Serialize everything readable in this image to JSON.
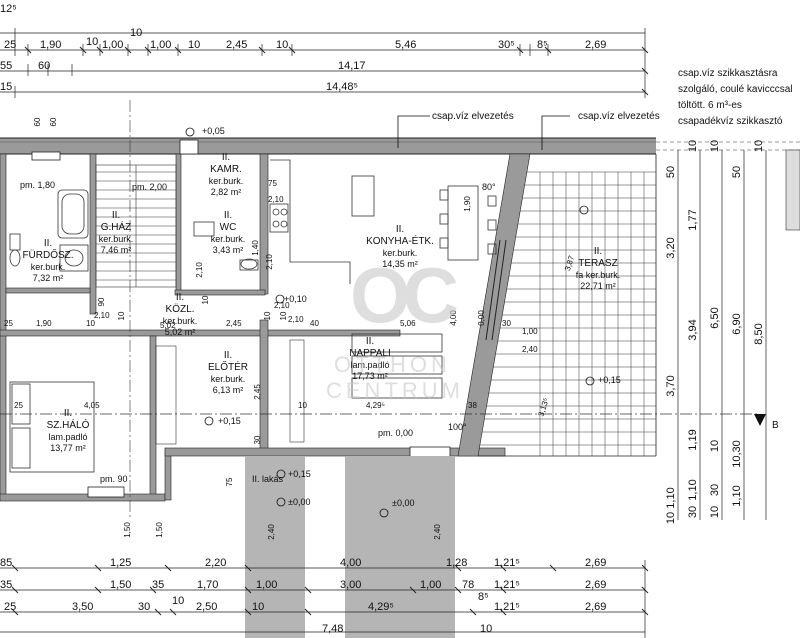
{
  "notes": {
    "drain_left": "csap.víz elvezetés",
    "drain_right": "csap.víz elvezetés",
    "right_note": [
      "csap.víz szikkasztásra",
      "szolgáló, coulé kavicccsal",
      "töltött. 6 m³-es",
      "csapadékvíz szikkasztó"
    ]
  },
  "section_marker": "B",
  "watermark": {
    "logo": "OC",
    "line1": "OTTHON",
    "line2": "CENTRUM"
  },
  "rooms": [
    {
      "id": "furdo",
      "level": "II.",
      "name": "FÜRDŐSZ.",
      "floor": "ker.burk.",
      "area": "7,32 m²"
    },
    {
      "id": "ghaz",
      "level": "II.",
      "name": "G.HÁZ",
      "floor": "ker.burk.",
      "area": "7,46 m²"
    },
    {
      "id": "kamra",
      "level": "II.",
      "name": "KAMR.",
      "floor": "ker.burk.",
      "area": "2,82 m²"
    },
    {
      "id": "wc",
      "level": "II.",
      "name": "WC",
      "floor": "ker.burk.",
      "area": "3,43 m²"
    },
    {
      "id": "konyha",
      "level": "II.",
      "name": "KONYHA-ÉTK.",
      "floor": "ker.burk.",
      "area": "14,35 m²"
    },
    {
      "id": "terasz",
      "level": "II.",
      "name": "TERASZ",
      "floor": "fa ker.burk.",
      "area": "22,71 m²"
    },
    {
      "id": "kozl",
      "level": "II.",
      "name": "KÖZL.",
      "floor": "ker.burk.",
      "area": "5,02 m²"
    },
    {
      "id": "nappali",
      "level": "II.",
      "name": "NAPPALI",
      "floor": "lam.padló",
      "area": "17,73 m²"
    },
    {
      "id": "eloter",
      "level": "II.",
      "name": "ELŐTÉR",
      "floor": "ker.burk.",
      "area": "6,13 m²"
    },
    {
      "id": "szhalo",
      "level": "II.",
      "name": "SZ.HÁLÓ",
      "floor": "lam.padló",
      "area": "13,77 m²"
    }
  ],
  "labels": {
    "pm180": "pm. 1,80",
    "pm90": "pm. 90",
    "pm200": "pm. 2,00",
    "pm000": "pm. 0,00",
    "lakas": "II. lakás",
    "lvl005": "+0,05",
    "lvl015a": "+0,15",
    "lvl015b": "+0,15",
    "lvl015c": "+0,15",
    "lvl000a": "±0,00",
    "lvl000b": "±0,00",
    "lvl010": "+0,10",
    "ang80": "80°",
    "ang100": "100°"
  },
  "dims_top": [
    {
      "id": "r0a",
      "text": "12⁵"
    },
    {
      "id": "r0b",
      "text": "10"
    },
    {
      "id": "r1a",
      "text": "25"
    },
    {
      "id": "r1b",
      "text": "1,90"
    },
    {
      "id": "r1c",
      "text": "10"
    },
    {
      "id": "r1d",
      "text": "1,00"
    },
    {
      "id": "r1e",
      "text": "1,00"
    },
    {
      "id": "r1f",
      "text": "10"
    },
    {
      "id": "r1g",
      "text": "2,45"
    },
    {
      "id": "r1h",
      "text": "10"
    },
    {
      "id": "r1i",
      "text": "5,46"
    },
    {
      "id": "r1j",
      "text": "30⁵"
    },
    {
      "id": "r1k",
      "text": "8⁵"
    },
    {
      "id": "r1l",
      "text": "2,69"
    },
    {
      "id": "r2a",
      "text": "55"
    },
    {
      "id": "r2b",
      "text": "60"
    },
    {
      "id": "r2c",
      "text": "14,17"
    },
    {
      "id": "r3a",
      "text": "15"
    },
    {
      "id": "r3b",
      "text": "14,48⁵"
    }
  ],
  "dims_bottom": [
    {
      "id": "b1a",
      "text": "85"
    },
    {
      "id": "b1b",
      "text": "1,25"
    },
    {
      "id": "b1c",
      "text": "2,20"
    },
    {
      "id": "b1d",
      "text": "4,00"
    },
    {
      "id": "b1e",
      "text": "1,28"
    },
    {
      "id": "b1f",
      "text": "1,21⁵"
    },
    {
      "id": "b1g",
      "text": "2,69"
    },
    {
      "id": "b2a",
      "text": "35"
    },
    {
      "id": "b2b",
      "text": "1,50"
    },
    {
      "id": "b2c",
      "text": "35"
    },
    {
      "id": "b2d",
      "text": "1,70"
    },
    {
      "id": "b2e",
      "text": "1,00"
    },
    {
      "id": "b2f",
      "text": "3,00"
    },
    {
      "id": "b2g",
      "text": "1,00"
    },
    {
      "id": "b2h",
      "text": "78"
    },
    {
      "id": "b2i",
      "text": "1,21⁵"
    },
    {
      "id": "b2j",
      "text": "2,69"
    },
    {
      "id": "b3a",
      "text": "25"
    },
    {
      "id": "b3b",
      "text": "3,50"
    },
    {
      "id": "b3c",
      "text": "30"
    },
    {
      "id": "b3d",
      "text": "10"
    },
    {
      "id": "b3e",
      "text": "2,50"
    },
    {
      "id": "b3f",
      "text": "10"
    },
    {
      "id": "b3g",
      "text": "4,29⁵"
    },
    {
      "id": "b3h",
      "text": "8⁵"
    },
    {
      "id": "b3i",
      "text": "1,21⁵"
    },
    {
      "id": "b3j",
      "text": "2,69"
    },
    {
      "id": "b4a",
      "text": "7,48"
    },
    {
      "id": "b4b",
      "text": "10"
    }
  ],
  "dims_right": [
    {
      "id": "c1a",
      "text": "50"
    },
    {
      "id": "c1b",
      "text": "3,20"
    },
    {
      "id": "c1c",
      "text": "3,70"
    },
    {
      "id": "c1d",
      "text": "1,10"
    },
    {
      "id": "c1e",
      "text": "10"
    },
    {
      "id": "c2a",
      "text": "10"
    },
    {
      "id": "c2b",
      "text": "1,77"
    },
    {
      "id": "c2c",
      "text": "3,94"
    },
    {
      "id": "c2d",
      "text": "1,19"
    },
    {
      "id": "c2e",
      "text": "1,10"
    },
    {
      "id": "c2f",
      "text": "30"
    },
    {
      "id": "c3a",
      "text": "10"
    },
    {
      "id": "c3b",
      "text": "6,50"
    },
    {
      "id": "c3c",
      "text": "10"
    },
    {
      "id": "c3d",
      "text": "30"
    },
    {
      "id": "c3e",
      "text": "10"
    },
    {
      "id": "c4a",
      "text": "50"
    },
    {
      "id": "c4b",
      "text": "6,90"
    },
    {
      "id": "c4c",
      "text": "10,30"
    },
    {
      "id": "c4d",
      "text": "1,10"
    },
    {
      "id": "c5a",
      "text": "8,50"
    },
    {
      "id": "c5b",
      "text": "10"
    }
  ],
  "dims_inner": [
    {
      "id": "i1",
      "text": "60"
    },
    {
      "id": "i2",
      "text": "60"
    },
    {
      "id": "i3",
      "text": "75"
    },
    {
      "id": "i4",
      "text": "2,10"
    },
    {
      "id": "i5",
      "text": "1,40"
    },
    {
      "id": "i6",
      "text": "2,10"
    },
    {
      "id": "i7",
      "text": "1,90"
    },
    {
      "id": "i8",
      "text": "3,87"
    },
    {
      "id": "i9",
      "text": "4,00"
    },
    {
      "id": "i10",
      "text": "0,00"
    },
    {
      "id": "i11",
      "text": "1,00"
    },
    {
      "id": "i12",
      "text": "2,40"
    },
    {
      "id": "i13",
      "text": "3,13⁵"
    },
    {
      "id": "i14",
      "text": "25"
    },
    {
      "id": "i15",
      "text": "1,90"
    },
    {
      "id": "i16",
      "text": "10"
    },
    {
      "id": "i17",
      "text": "5,02"
    },
    {
      "id": "i18",
      "text": "2,45"
    },
    {
      "id": "i19",
      "text": "10"
    },
    {
      "id": "i20",
      "text": "40"
    },
    {
      "id": "i21",
      "text": "5,06"
    },
    {
      "id": "i22",
      "text": "30"
    },
    {
      "id": "i23",
      "text": "90"
    },
    {
      "id": "i24",
      "text": "2,10"
    },
    {
      "id": "i25",
      "text": "10"
    },
    {
      "id": "i26",
      "text": "2,10"
    },
    {
      "id": "i27",
      "text": "10"
    },
    {
      "id": "i28",
      "text": "2,10"
    },
    {
      "id": "i29",
      "text": "2,10"
    },
    {
      "id": "i30",
      "text": "25"
    },
    {
      "id": "i31",
      "text": "4,05"
    },
    {
      "id": "i32",
      "text": "2,45"
    },
    {
      "id": "i33",
      "text": "10"
    },
    {
      "id": "i34",
      "text": "4,29⁵"
    },
    {
      "id": "i35",
      "text": "38"
    },
    {
      "id": "i36",
      "text": "30"
    },
    {
      "id": "i37",
      "text": "75"
    },
    {
      "id": "i38",
      "text": "2,40"
    },
    {
      "id": "i39",
      "text": "2,40"
    },
    {
      "id": "i40",
      "text": "1,50"
    },
    {
      "id": "i41",
      "text": "1,50"
    },
    {
      "id": "i42",
      "text": "10"
    }
  ]
}
